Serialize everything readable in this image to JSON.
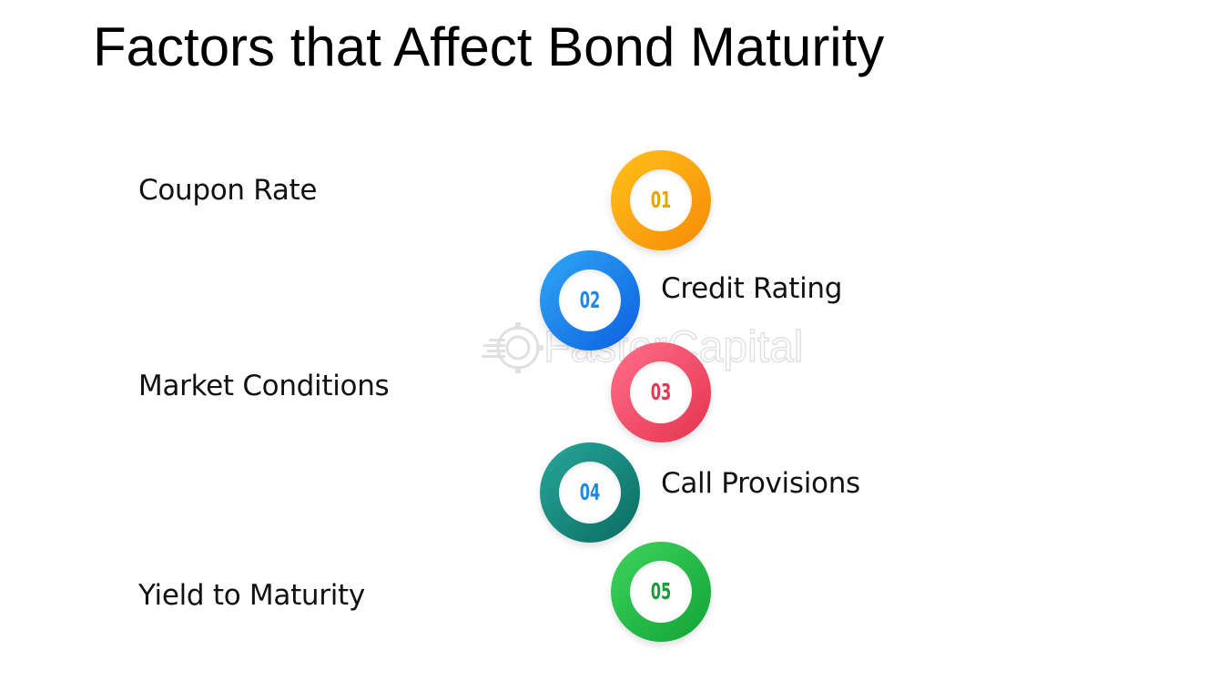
{
  "title": "Factors that Affect Bond Maturity",
  "watermark_text": "FasterCapital",
  "factors": [
    {
      "number": "01",
      "label": "Coupon Rate",
      "color_light": "#FFC21A",
      "color_dark": "#F58A07"
    },
    {
      "number": "02",
      "label": "Credit Rating",
      "color_light": "#2FA8F4",
      "color_dark": "#0D5FE0"
    },
    {
      "number": "03",
      "label": "Market Conditions",
      "color_light": "#FF6F8A",
      "color_dark": "#E5334F"
    },
    {
      "number": "04",
      "label": "Call Provisions",
      "color_light": "#27A79A",
      "color_dark": "#0B6B62"
    },
    {
      "number": "05",
      "label": "Yield to Maturity",
      "color_light": "#3FD35C",
      "color_dark": "#12A336"
    }
  ],
  "number_colors": [
    "#E8A400",
    "#1E88E5",
    "#E53950",
    "#1E88E5",
    "#1E9A3E"
  ]
}
